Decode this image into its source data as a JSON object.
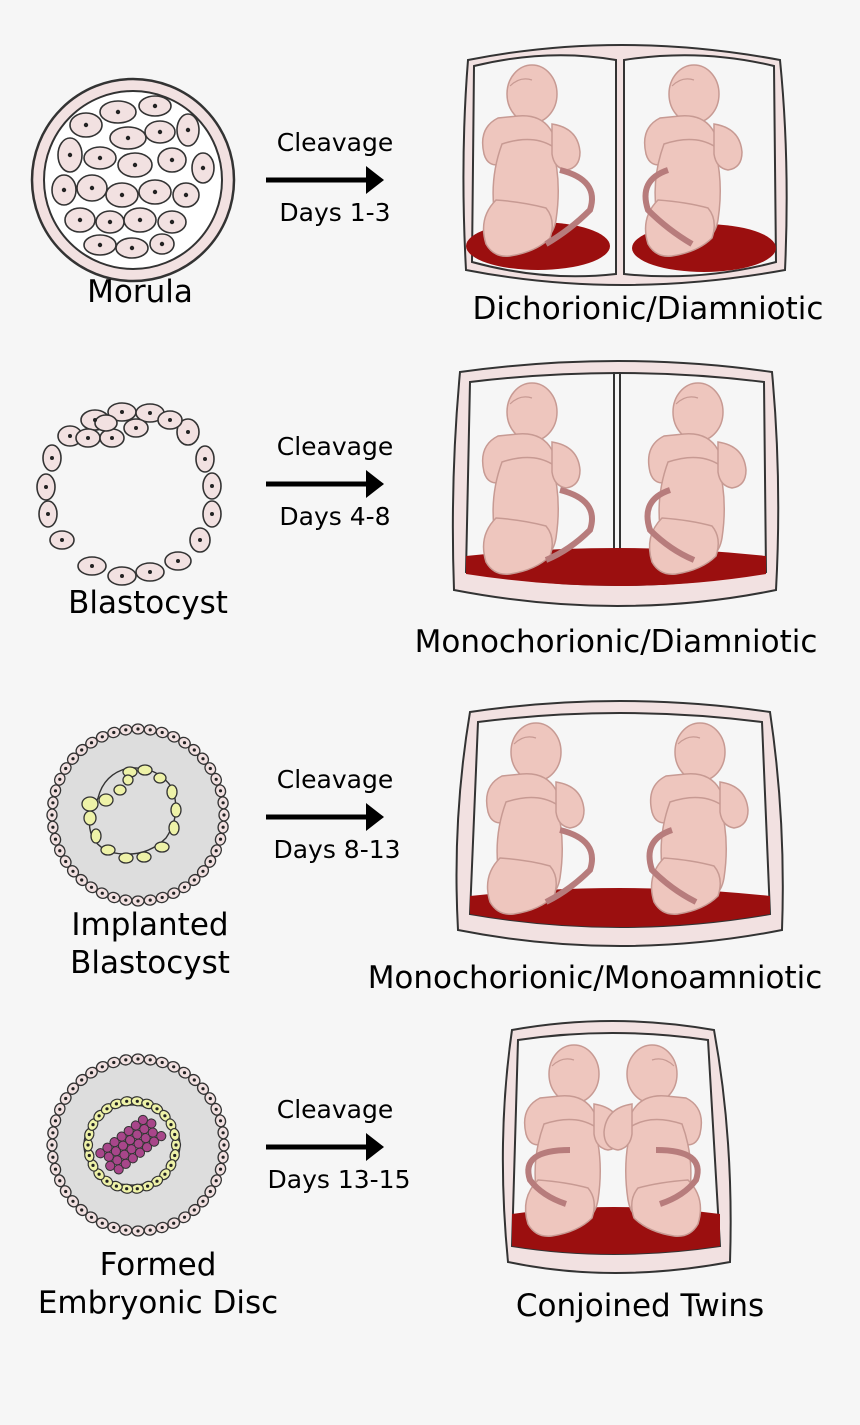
{
  "rows": [
    {
      "stage": [
        "Morula"
      ],
      "arrow_top": "Cleavage",
      "arrow_bottom": "Days 1-3",
      "result": "Dichorionic/Diamniotic"
    },
    {
      "stage": [
        "Blastocyst"
      ],
      "arrow_top": "Cleavage",
      "arrow_bottom": "Days 4-8",
      "result": "Monochorionic/Diamniotic"
    },
    {
      "stage": [
        "Implanted",
        "Blastocyst"
      ],
      "arrow_top": "Cleavage",
      "arrow_bottom": "Days 8-13",
      "result": "Monochorionic/Monoamniotic"
    },
    {
      "stage": [
        "Formed",
        "Embryonic Disc"
      ],
      "arrow_top": "Cleavage",
      "arrow_bottom": "Days 13-15",
      "result": "Conjoined Twins"
    }
  ],
  "colors": {
    "background": "#f6f6f6",
    "cell": "#f2e1e1",
    "fetus": "#eec6be",
    "placenta": "#9b0f0f",
    "cord": "#b77c7c",
    "inner_mass": "#eef2a8",
    "disc": "#a8468a",
    "implant_fill": "#dddddd"
  },
  "icons": [
    "morula-icon",
    "blastocyst-icon",
    "implanted-blastocyst-icon",
    "embryonic-disc-icon",
    "arrow-icon",
    "twins-icon"
  ]
}
